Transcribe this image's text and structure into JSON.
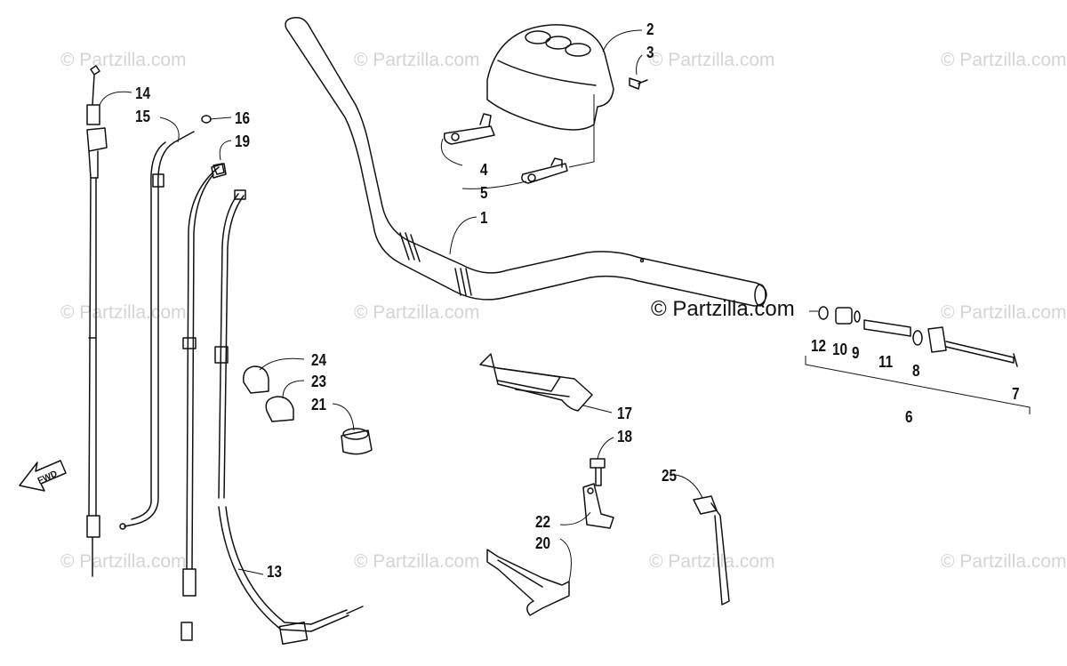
{
  "watermark": {
    "repeat_text": "© Partzilla.com",
    "main_text": "© Partzilla.com"
  },
  "direction_arrow": {
    "label": "FWD"
  },
  "callouts": [
    {
      "id": "c1",
      "label": "1"
    },
    {
      "id": "c2",
      "label": "2"
    },
    {
      "id": "c3",
      "label": "3"
    },
    {
      "id": "c4",
      "label": "4"
    },
    {
      "id": "c5",
      "label": "5"
    },
    {
      "id": "c6",
      "label": "6"
    },
    {
      "id": "c7",
      "label": "7"
    },
    {
      "id": "c8",
      "label": "8"
    },
    {
      "id": "c9",
      "label": "9"
    },
    {
      "id": "c10",
      "label": "10"
    },
    {
      "id": "c11",
      "label": "11"
    },
    {
      "id": "c12",
      "label": "12"
    },
    {
      "id": "c13",
      "label": "13"
    },
    {
      "id": "c14",
      "label": "14"
    },
    {
      "id": "c15",
      "label": "15"
    },
    {
      "id": "c16",
      "label": "16"
    },
    {
      "id": "c17",
      "label": "17"
    },
    {
      "id": "c18",
      "label": "18"
    },
    {
      "id": "c19",
      "label": "19"
    },
    {
      "id": "c20",
      "label": "20"
    },
    {
      "id": "c21",
      "label": "21"
    },
    {
      "id": "c22",
      "label": "22"
    },
    {
      "id": "c23",
      "label": "23"
    },
    {
      "id": "c24",
      "label": "24"
    },
    {
      "id": "c25",
      "label": "25"
    }
  ]
}
